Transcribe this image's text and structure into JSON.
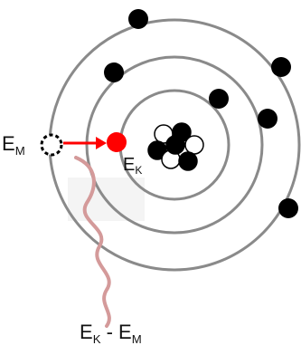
{
  "labels": {
    "em_main": "E",
    "em_sub": "M",
    "ek_main": "E",
    "ek_sub": "K",
    "diff_a_main": "E",
    "diff_a_sub": "K",
    "diff_sep": " - ",
    "diff_b_main": "E",
    "diff_b_sub": "M"
  },
  "colors": {
    "orbit": "#8a8a8a",
    "electron": "#000000",
    "inner_electron": "#ff0000",
    "arrow": "#ff0000",
    "photon": "#d49a9a",
    "nucleus_dark": "#000000",
    "nucleus_light": "#ffffff"
  }
}
